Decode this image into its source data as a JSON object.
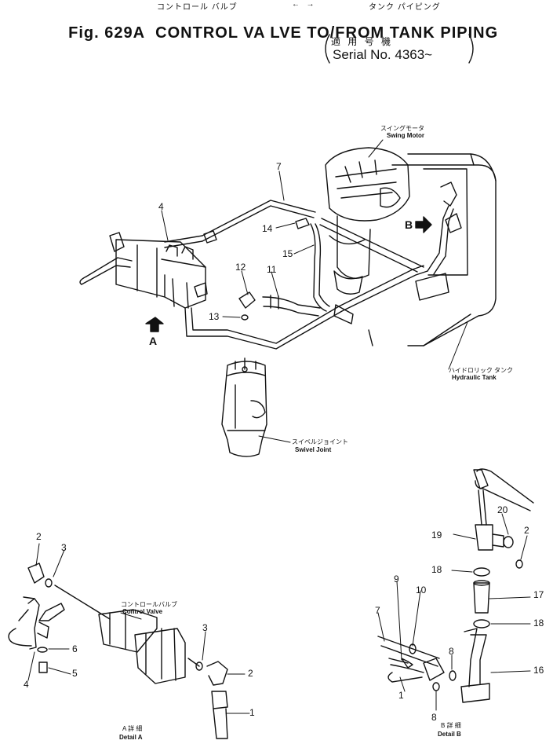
{
  "title": {
    "fig": "Fig. 629A",
    "main": "CONTROL VA LVE TO/FROM TANK PIPING",
    "jp_valve": "コントロール バルブ",
    "jp_arrows": "←  →",
    "jp_tank": "タンク パイピング",
    "serial_jp": "適 用 号 機",
    "serial": "Serial No. 4363~"
  },
  "labels": {
    "swing_motor_jp": "スイングモータ",
    "swing_motor_en": "Swing Motor",
    "hydraulic_tank_jp": "ハイドロリック タンク",
    "hydraulic_tank_en": "Hydraulic Tank",
    "swivel_joint_jp": "スイベルジョイント",
    "swivel_joint_en": "Swivel Joint",
    "control_valve_jp": "コントロールバルブ",
    "control_valve_en": "Control Valve",
    "detail_a_jp": "A 詳 細",
    "detail_a_en": "Detail A",
    "detail_b_jp": "B 詳 細",
    "detail_b_en": "Detail B"
  },
  "view_tags": {
    "a": "A",
    "b": "B"
  },
  "part_numbers": {
    "main": [
      "7",
      "4",
      "14",
      "15",
      "12",
      "11",
      "13"
    ],
    "detail_a": [
      "2",
      "3",
      "6",
      "5",
      "4",
      "3",
      "2",
      "1"
    ],
    "detail_b": [
      "20",
      "2",
      "19",
      "18",
      "17",
      "18",
      "9",
      "10",
      "7",
      "8",
      "8",
      "1",
      "16"
    ]
  }
}
